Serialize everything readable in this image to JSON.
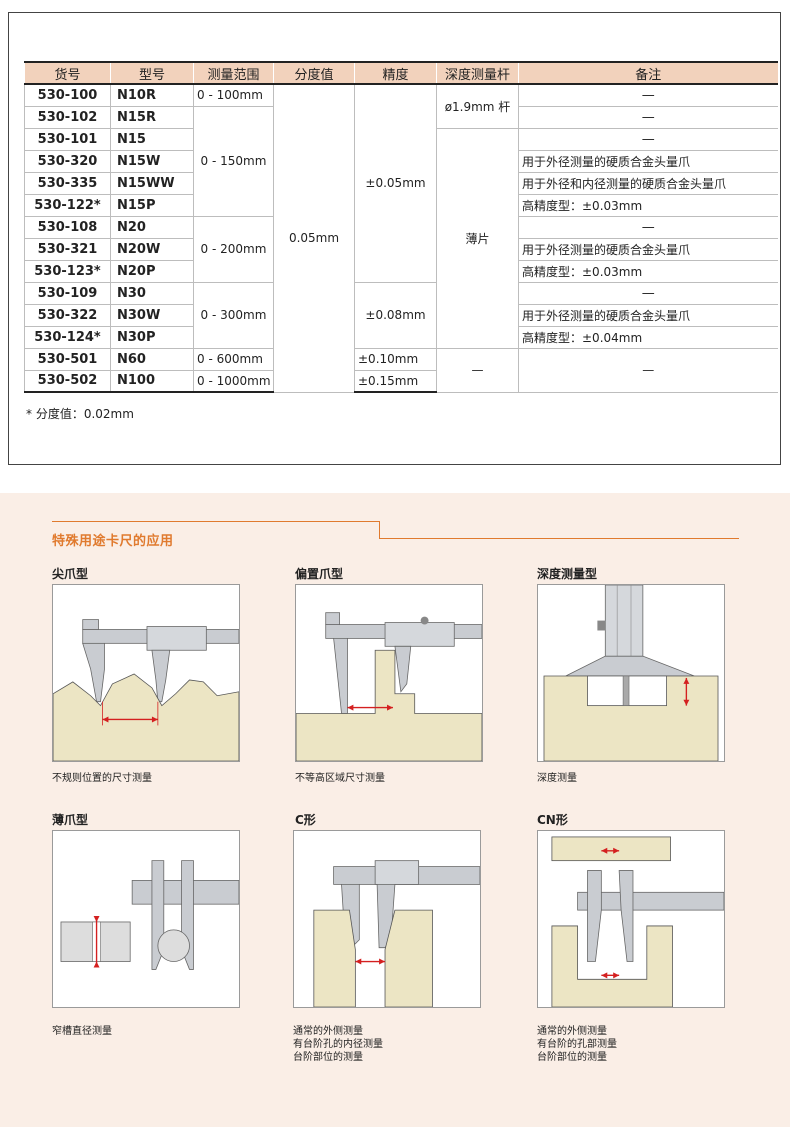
{
  "table": {
    "headers": [
      "货号",
      "型号",
      "测量范围",
      "分度值",
      "精度",
      "深度测量杆",
      "备注"
    ],
    "rows": [
      {
        "code": "530-100",
        "model": "N10R",
        "note": "—"
      },
      {
        "code": "530-102",
        "model": "N15R",
        "note": "—"
      },
      {
        "code": "530-101",
        "model": "N15",
        "note": "—"
      },
      {
        "code": "530-320",
        "model": "N15W",
        "note": "用于外径测量的硬质合金头量爪"
      },
      {
        "code": "530-335",
        "model": "N15WW",
        "note": "用于外径和内径测量的硬质合金头量爪"
      },
      {
        "code": "530-122*",
        "model": "N15P",
        "note": "高精度型：±0.03mm"
      },
      {
        "code": "530-108",
        "model": "N20",
        "note": "—"
      },
      {
        "code": "530-321",
        "model": "N20W",
        "note": "用于外径测量的硬质合金头量爪"
      },
      {
        "code": "530-123*",
        "model": "N20P",
        "note": "高精度型：±0.03mm"
      },
      {
        "code": "530-109",
        "model": "N30",
        "note": "—"
      },
      {
        "code": "530-322",
        "model": "N30W",
        "note": "用于外径测量的硬质合金头量爪"
      },
      {
        "code": "530-124*",
        "model": "N30P",
        "note": "高精度型：±0.04mm"
      },
      {
        "code": "530-501",
        "model": "N60",
        "note": "—"
      },
      {
        "code": "530-502",
        "model": "N100",
        "note": "—"
      }
    ],
    "ranges": [
      "0 - 100mm",
      "0 - 150mm",
      "0 - 200mm",
      "0 - 300mm",
      "0 - 600mm",
      "0 - 1000mm"
    ],
    "graduation": "0.05mm",
    "accuracy": [
      "±0.05mm",
      "±0.08mm",
      "±0.10mm",
      "±0.15mm"
    ],
    "depth_rod": [
      "ø1.9mm 杆",
      "薄片",
      "—"
    ],
    "footnote": "* 分度值：0.02mm"
  },
  "applications": {
    "title": "特殊用途卡尺的应用",
    "items": [
      {
        "heading": "尖爪型",
        "caption": [
          "不规则位置的尺寸测量"
        ]
      },
      {
        "heading": "偏置爪型",
        "caption": [
          "不等高区域尺寸测量"
        ]
      },
      {
        "heading": "深度测量型",
        "caption": [
          "深度测量"
        ]
      },
      {
        "heading": "薄爪型",
        "caption": [
          "窄槽直径测量"
        ]
      },
      {
        "heading": "C形",
        "caption": [
          "通常的外侧测量",
          "有台阶孔的内径测量",
          "台阶部位的测量"
        ]
      },
      {
        "heading": "CN形",
        "caption": [
          "通常的外侧测量",
          "有台阶的孔部测量",
          "台阶部位的测量"
        ]
      }
    ]
  },
  "colors": {
    "header_bg": "#f2d2bc",
    "panel_bg": "#faeee6",
    "accent": "#e07a2e",
    "arrow_red": "#d42020",
    "workpiece": "#ece5c4"
  }
}
